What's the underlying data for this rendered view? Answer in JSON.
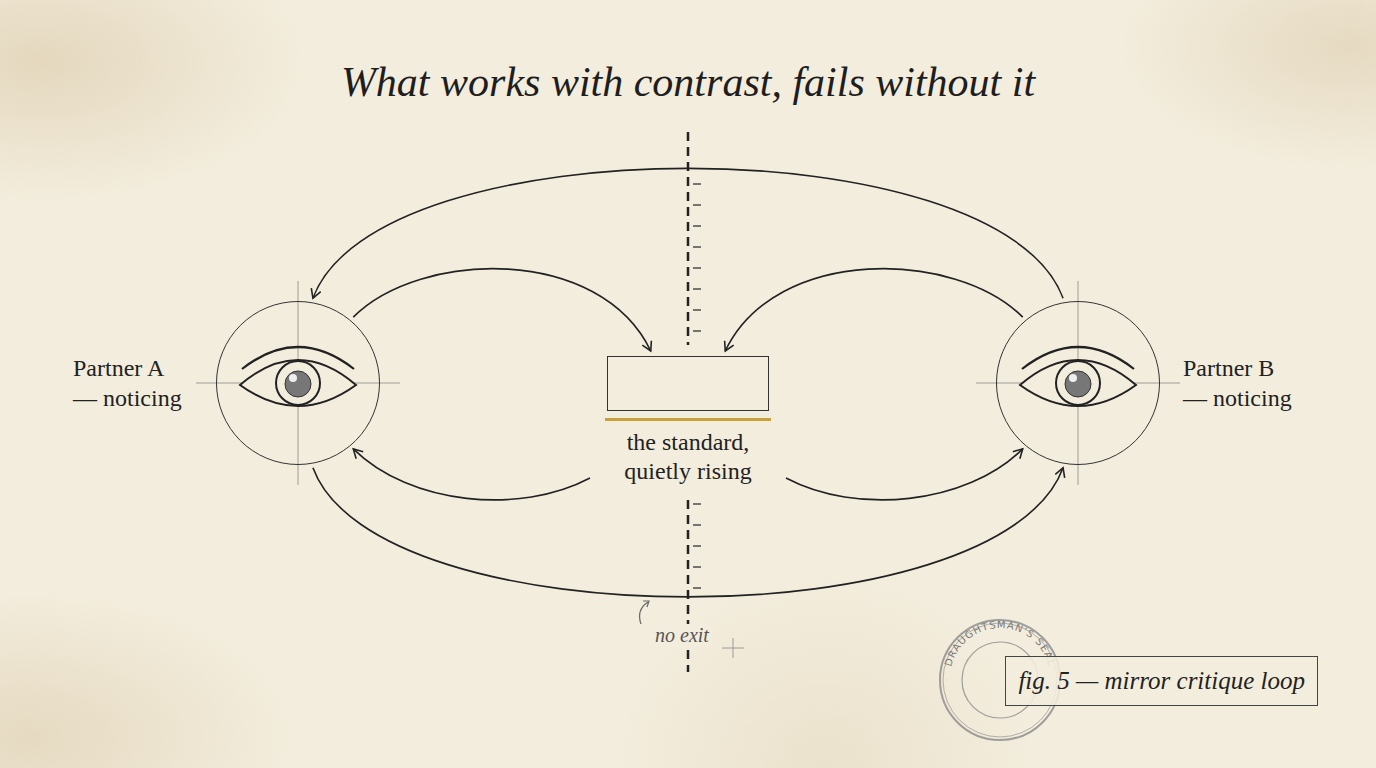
{
  "diagram": {
    "title": "What works with contrast, fails without it",
    "caption": "fig. 5 — mirror critique loop",
    "nodes": [
      {
        "text": [
          "Partner A — noticing"
        ]
      },
      {
        "text": [
          "the standard, quietly rising"
        ]
      },
      {
        "text": [
          "Partner B — noticing"
        ]
      }
    ],
    "edges": [
      {
        "from": 0,
        "to": 1,
        "arrow": "to"
      },
      {
        "from": 2,
        "to": 1,
        "arrow": "to"
      },
      {
        "from": 1,
        "to": 0,
        "arrow": "to"
      },
      {
        "from": 1,
        "to": 2,
        "arrow": "to"
      },
      {
        "from": 2,
        "to": 0,
        "arrow": "to"
      },
      {
        "from": 0,
        "to": 2,
        "arrow": "to"
      }
    ],
    "labels": [
      "no exit",
      "DRAUGHTSMAN'S SEAL"
    ]
  }
}
